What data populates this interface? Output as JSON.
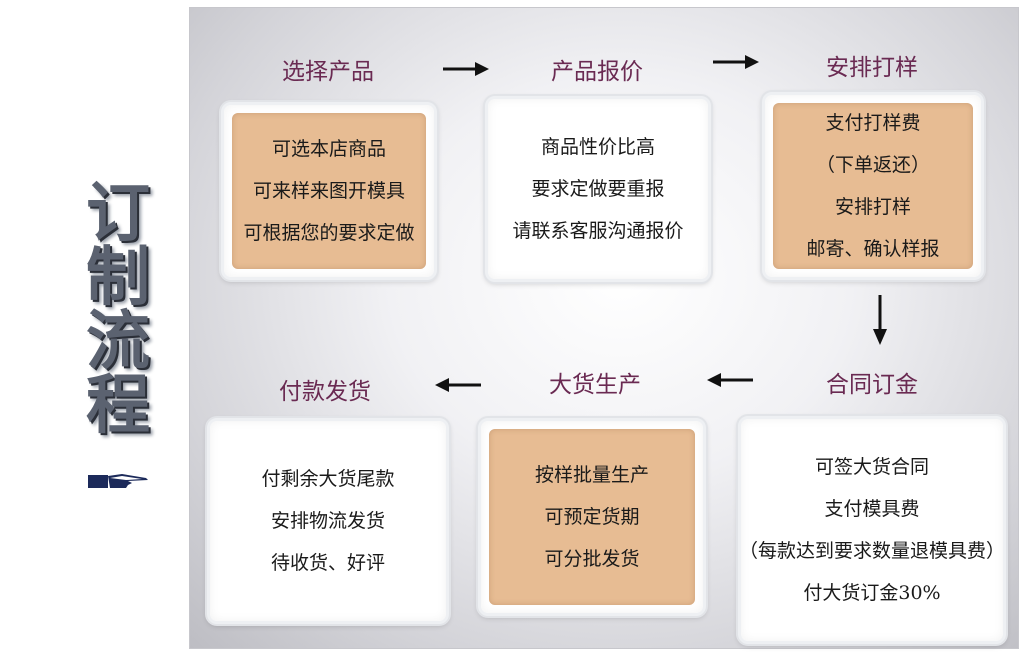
{
  "side_title": [
    "订",
    "制",
    "流",
    "程"
  ],
  "steps": {
    "s1": "选择产品",
    "s2": "产品报价",
    "s3": "安排打样",
    "s4": "合同订金",
    "s5": "大货生产",
    "s6": "付款发货"
  },
  "boxes": {
    "b1": [
      "可选本店商品",
      "可来样来图开模具",
      "可根据您的要求定做"
    ],
    "b2": [
      "商品性价比高",
      "要求定做要重报",
      "请联系客服沟通报价"
    ],
    "b3": [
      "支付打样费",
      "（下单返还）",
      "安排打样",
      "邮寄、确认样报"
    ],
    "b4": [
      "可签大货合同",
      "支付模具费",
      "（每款达到要求数量退模具费）",
      "付大货订金30%"
    ],
    "b5": [
      "按样批量生产",
      "可预定货期",
      "可分批发货"
    ],
    "b6": [
      "付剩余大货尾款",
      "安排物流发货",
      "待收货、好评"
    ]
  },
  "colors": {
    "tan": "#e7bc93",
    "step_text": "#6a2a52",
    "side_title": "#5b6270"
  },
  "icons": {
    "pointer": "pointing-hand-icon",
    "arrow": "arrow-icon"
  }
}
